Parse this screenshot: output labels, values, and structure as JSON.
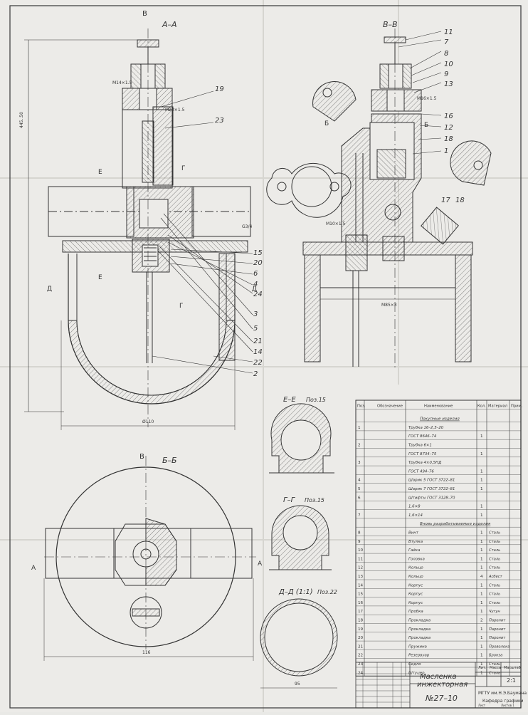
{
  "views": {
    "aa": "А–А",
    "vv": "В–В",
    "bb": "Б–Б",
    "ee": "Е–Е",
    "ee_note": "Поз.15",
    "gg": "Г–Г",
    "gg_note": "Поз.15",
    "dd": "Д–Д (1:1)",
    "dd_note": "Поз.22"
  },
  "section_marks": {
    "v": "В",
    "b": "Б",
    "e": "Е",
    "g": "Г",
    "d": "Д",
    "a": "А"
  },
  "dimensions": {
    "height": "445..50",
    "dia_110": "Ø110",
    "m14": "М14×1.5",
    "m20": "М20×1.5",
    "m10": "М10×1.5",
    "m16": "М16×1.5",
    "m85": "М85×3",
    "g34": "G3/4",
    "width_116": "116",
    "width_95": "95"
  },
  "callouts_left": [
    "19",
    "23",
    "15",
    "20",
    "6",
    "4",
    "24",
    "3",
    "5",
    "21",
    "14",
    "22",
    "2"
  ],
  "callouts_right": [
    "11",
    "7",
    "8",
    "10",
    "9",
    "13",
    "16",
    "12",
    "18",
    "1",
    "17",
    "18"
  ],
  "spec": {
    "headers": [
      "Поз.",
      "Обозначение",
      "Наименование",
      "Кол.",
      "Материал",
      "Прим."
    ],
    "section_purchased": "Покупные изделия",
    "section_new": "Вновь разрабатываемые изделия",
    "rows": [
      {
        "pos": "1",
        "name": "Трубка 16–2,5–20",
        "qty": "",
        "mat": ""
      },
      {
        "pos": "",
        "name": "ГОСТ 8646–74",
        "qty": "1",
        "mat": ""
      },
      {
        "pos": "2",
        "name": "Трубка 6×1",
        "qty": "",
        "mat": ""
      },
      {
        "pos": "",
        "name": "ГОСТ 8734–75",
        "qty": "1",
        "mat": ""
      },
      {
        "pos": "3",
        "name": "Трубка 4×0,5НД",
        "qty": "",
        "mat": ""
      },
      {
        "pos": "",
        "name": "ГОСТ 494–76",
        "qty": "1",
        "mat": ""
      },
      {
        "pos": "4",
        "name": "Шарик 5 ГОСТ 3722–81",
        "qty": "1",
        "mat": ""
      },
      {
        "pos": "5",
        "name": "Шарик 7 ГОСТ 3722–81",
        "qty": "1",
        "mat": ""
      },
      {
        "pos": "6",
        "name": "Штифты ГОСТ 3128–70",
        "qty": "",
        "mat": ""
      },
      {
        "pos": "",
        "name": "1,6×8",
        "qty": "1",
        "mat": ""
      },
      {
        "pos": "7",
        "name": "1,6×14",
        "qty": "1",
        "mat": ""
      },
      {
        "pos": "8",
        "name": "Винт",
        "qty": "1",
        "mat": "Сталь"
      },
      {
        "pos": "9",
        "name": "Втулка",
        "qty": "1",
        "mat": "Сталь"
      },
      {
        "pos": "10",
        "name": "Гайка",
        "qty": "1",
        "mat": "Сталь"
      },
      {
        "pos": "11",
        "name": "Головка",
        "qty": "1",
        "mat": "Сталь"
      },
      {
        "pos": "12",
        "name": "Кольцо",
        "qty": "1",
        "mat": "Сталь"
      },
      {
        "pos": "13",
        "name": "Кольцо",
        "qty": "4",
        "mat": "Асбест"
      },
      {
        "pos": "14",
        "name": "Корпус",
        "qty": "1",
        "mat": "Сталь"
      },
      {
        "pos": "15",
        "name": "Корпус",
        "qty": "1",
        "mat": "Сталь"
      },
      {
        "pos": "16",
        "name": "Корпус",
        "qty": "1",
        "mat": "Сталь"
      },
      {
        "pos": "17",
        "name": "Пробка",
        "qty": "1",
        "mat": "Чугун"
      },
      {
        "pos": "18",
        "name": "Прокладка",
        "qty": "2",
        "mat": "Паронит"
      },
      {
        "pos": "19",
        "name": "Прокладка",
        "qty": "1",
        "mat": "Паронит"
      },
      {
        "pos": "20",
        "name": "Прокладка",
        "qty": "1",
        "mat": "Паронит"
      },
      {
        "pos": "21",
        "name": "Пружина",
        "qty": "1",
        "mat": "Проволока"
      },
      {
        "pos": "22",
        "name": "Резервуар",
        "qty": "1",
        "mat": "Бронза"
      },
      {
        "pos": "23",
        "name": "Седло",
        "qty": "1",
        "mat": "Сталь"
      },
      {
        "pos": "24",
        "name": "Штуцер",
        "qty": "1",
        "mat": "Сталь"
      }
    ]
  },
  "title_block": {
    "title_line1": "Масленка",
    "title_line2": "инжекторная",
    "doc_number": "№27–10",
    "scale": "2:1",
    "org1": "МГТУ им.Н.Э.Баумана",
    "org2": "Кафедра графики",
    "col_lit": "Лит.",
    "col_mass": "Масса",
    "col_scale": "Масштаб",
    "sheet": "Лист",
    "sheets": "Листов 1"
  }
}
